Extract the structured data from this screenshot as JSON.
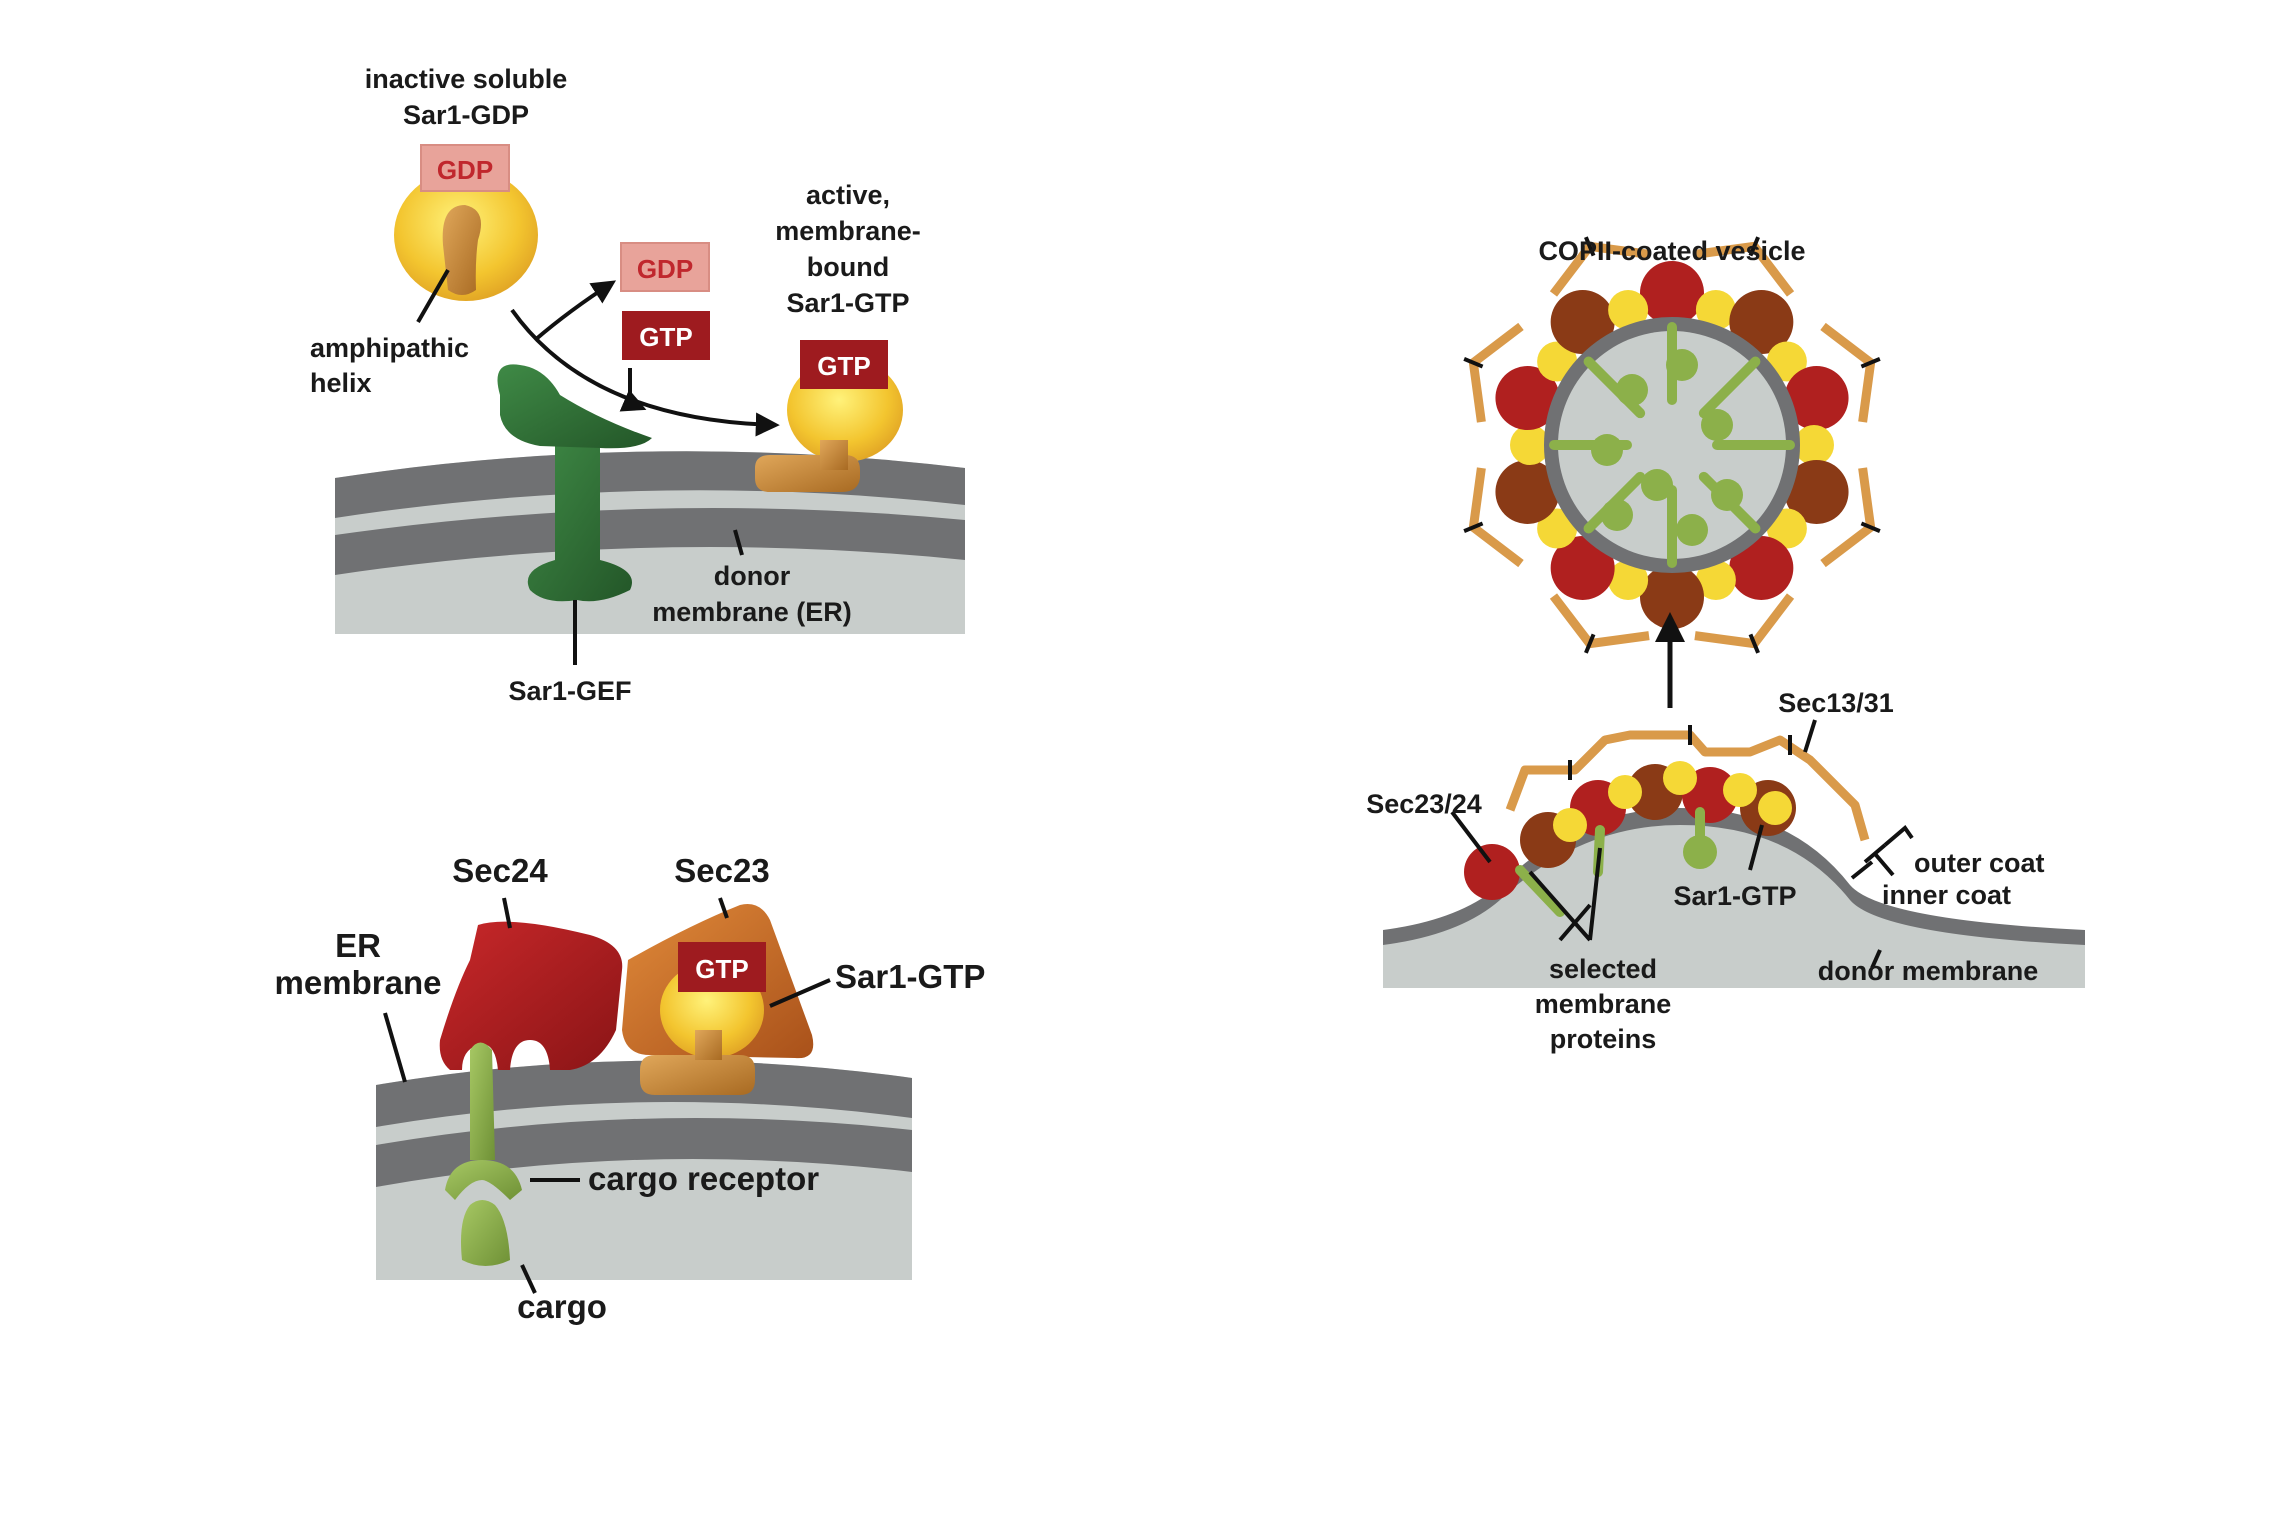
{
  "panel_a": {
    "title_line1": "inactive soluble",
    "title_line2": "Sar1-GDP",
    "gdp_tag": "GDP",
    "released_gdp": "GDP",
    "incoming_gtp": "GTP",
    "active_line1": "active,",
    "active_line2": "membrane-",
    "active_line3": "bound",
    "active_line4": "Sar1-GTP",
    "active_gtp": "GTP",
    "helix_line1": "amphipathic",
    "helix_line2": "helix",
    "donor_line1": "donor",
    "donor_line2": "membrane (ER)",
    "gef_label": "Sar1-GEF"
  },
  "panel_b": {
    "sec24": "Sec24",
    "sec23": "Sec23",
    "er_line1": "ER",
    "er_line2": "membrane",
    "gtp_tag": "GTP",
    "sar1_gtp": "Sar1-GTP",
    "cargo_receptor": "cargo receptor",
    "cargo": "cargo"
  },
  "panel_c": {
    "vesicle_title": "COPII-coated vesicle",
    "sec13_31": "Sec13/31",
    "sec23_24": "Sec23/24",
    "outer_coat": "outer coat",
    "inner_coat": "inner coat",
    "sar1_gtp": "Sar1-GTP",
    "selected_line1": "selected",
    "selected_line2": "membrane",
    "selected_line3": "proteins",
    "donor_membrane": "donor membrane"
  },
  "colors": {
    "membrane_dark": "#6f7072",
    "lumen": "#c8cdcb",
    "sar1_yellow": "#f5c933",
    "sar1_tan": "#c98a3a",
    "gtp_red": "#9e1b1f",
    "gdp_pink": "#e8a39a",
    "gef_green": "#2e6b35",
    "sec24_red": "#b0201f",
    "sec23_orange": "#c96a1f",
    "cargo_green": "#8cb04a",
    "coat_orange": "#d99a4a"
  }
}
